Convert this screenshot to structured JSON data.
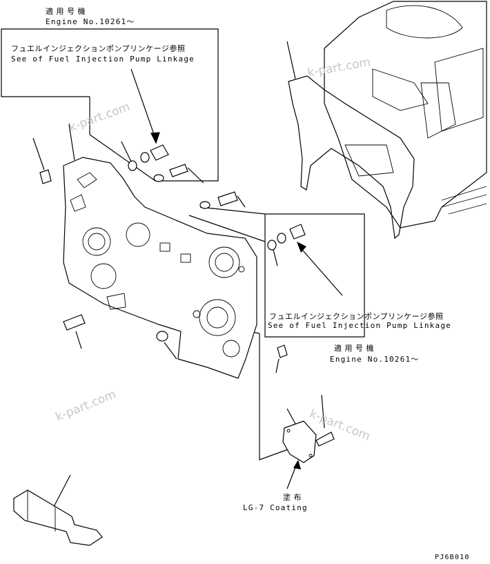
{
  "callout_left": {
    "applicable_jp": "適 用 号 機",
    "engine_no": "Engine No.10261～",
    "ref_jp": "フュエルインジェクションポンプリンケージ参照",
    "ref_en": "See of Fuel Injection Pump Linkage"
  },
  "callout_right": {
    "ref_jp": "フュエルインジェクションポンプリンケージ参照",
    "ref_en": "See of Fuel Injection Pump Linkage",
    "applicable_jp": "適 用 号 機",
    "engine_no": "Engine No.10261～"
  },
  "coating": {
    "jp": "塗 布",
    "en": "LG-7 Coating"
  },
  "figure_code": "PJ6B010",
  "watermarks": [
    "k-part.com",
    "k-part.com",
    "k-part.com",
    "k-part.com"
  ]
}
